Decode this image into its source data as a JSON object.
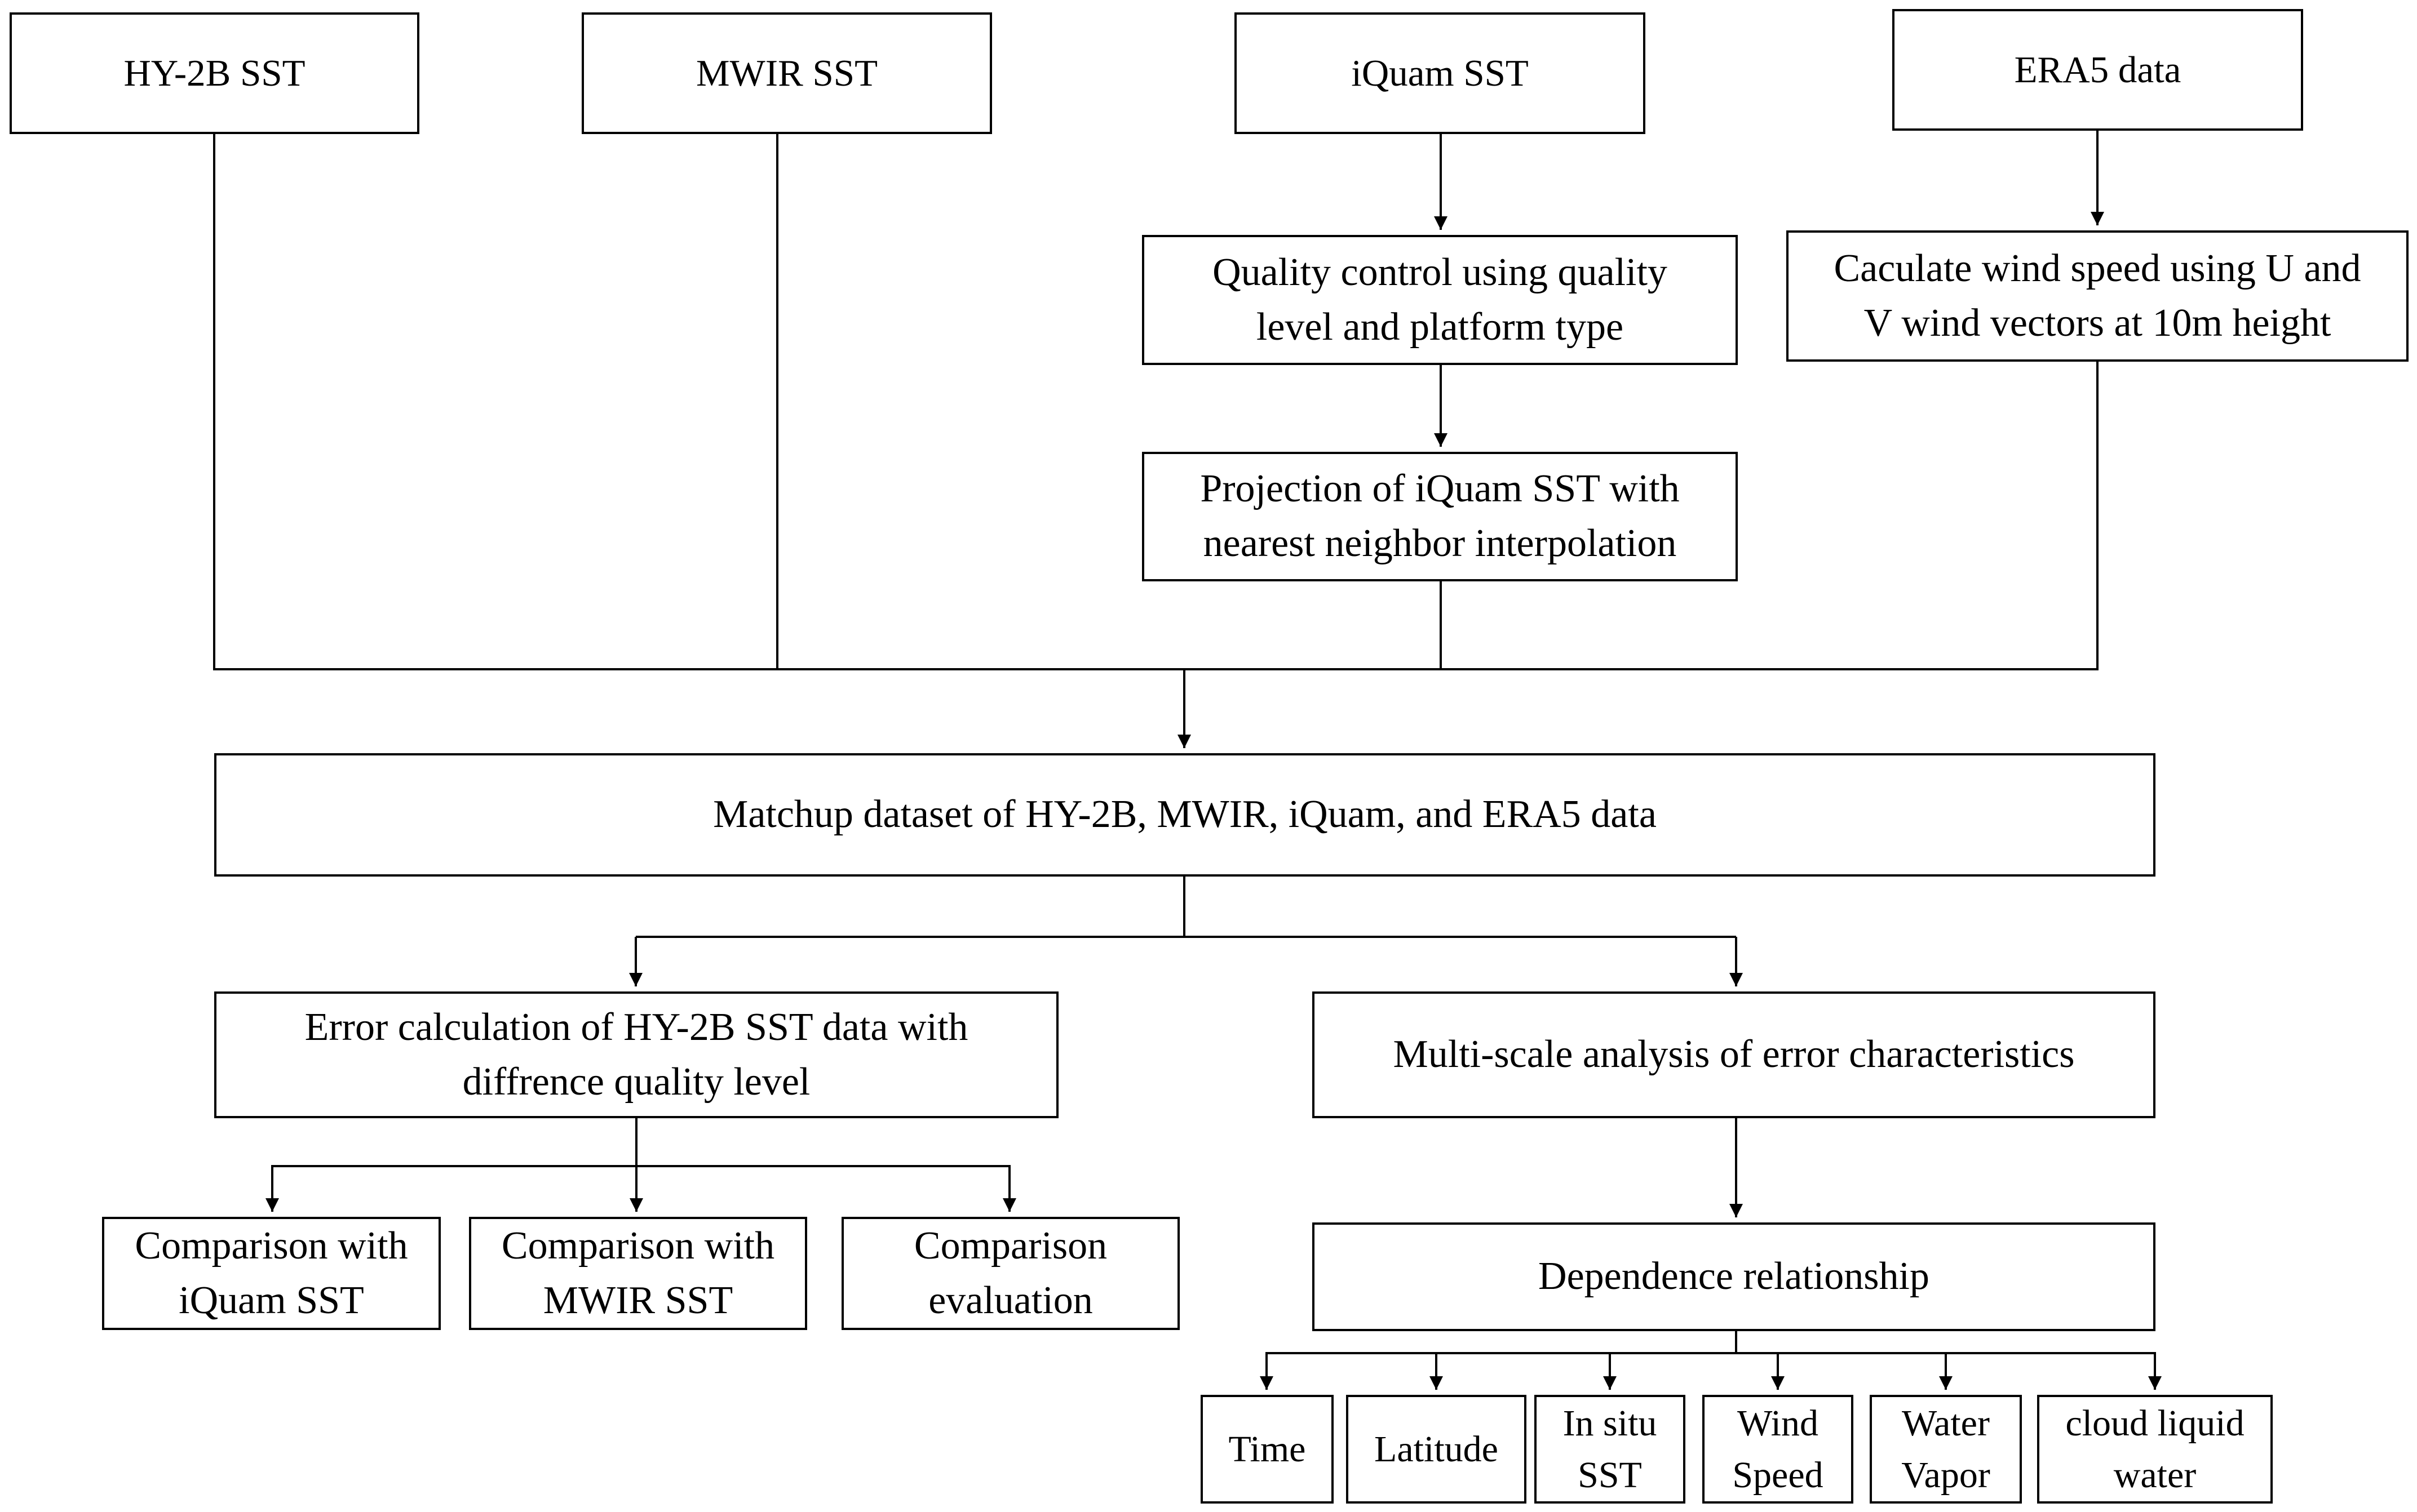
{
  "sources": {
    "hy2b": "HY-2B SST",
    "mwir": "MWIR SST",
    "iquam": "iQuam SST",
    "era5": "ERA5 data"
  },
  "steps": {
    "quality_control": "Quality control using quality\nlevel and platform type",
    "projection": "Projection of iQuam SST with\nnearest neighbor interpolation",
    "wind_speed": "Caculate wind speed using U and\nV wind vectors at 10m height",
    "matchup": "Matchup dataset of HY-2B, MWIR, iQuam, and ERA5 data",
    "error_calculation": "Error calculation of HY-2B SST data with\ndiffrence quality level",
    "multiscale": "Multi-scale analysis of error characteristics",
    "dependence": "Dependence relationship"
  },
  "comparisons": {
    "iquam": "Comparison with\niQuam SST",
    "mwir": "Comparison with\nMWIR SST",
    "evaluation": "Comparison\nevaluation"
  },
  "factors": {
    "time": "Time",
    "latitude": "Latitude",
    "insitu": "In situ\nSST",
    "wind": "Wind\nSpeed",
    "vapor": "Water\nVapor",
    "cloud": "cloud liquid\nwater"
  }
}
